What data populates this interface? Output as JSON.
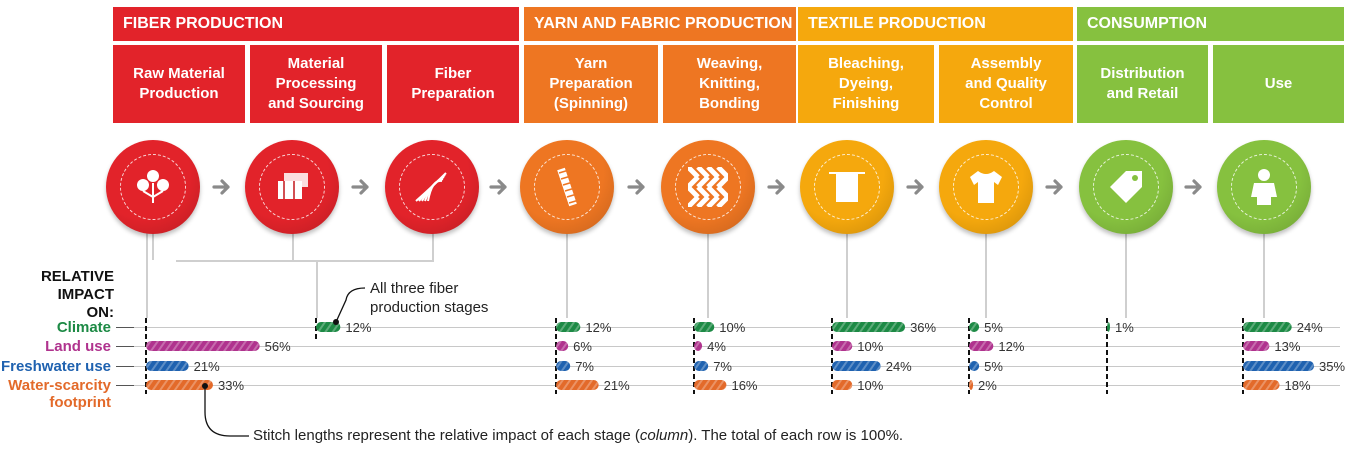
{
  "categories": [
    {
      "key": "fiber",
      "label": "FIBER PRODUCTION",
      "color": "#e2232a"
    },
    {
      "key": "yarn",
      "label": "YARN AND FABRIC PRODUCTION",
      "color": "#ee7622"
    },
    {
      "key": "textile",
      "label": "TEXTILE PRODUCTION",
      "color": "#f5a80d"
    },
    {
      "key": "consumption",
      "label": "CONSUMPTION",
      "color": "#86c13f"
    }
  ],
  "stages": [
    {
      "label": "Raw Material\nProduction",
      "category": "fiber",
      "icon": "cotton-plant-icon",
      "color": "#e2232a"
    },
    {
      "label": "Material\nProcessing\nand Sourcing",
      "category": "fiber",
      "icon": "fiber-bales-icon",
      "color": "#e2232a"
    },
    {
      "label": "Fiber\nPreparation",
      "category": "fiber",
      "icon": "fiber-strands-icon",
      "color": "#e2232a"
    },
    {
      "label": "Yarn\nPreparation\n(Spinning)",
      "category": "yarn",
      "icon": "spun-yarn-icon",
      "color": "#ee7622"
    },
    {
      "label": "Weaving,\nKnitting,\nBonding",
      "category": "yarn",
      "icon": "woven-fabric-icon",
      "color": "#ee7622"
    },
    {
      "label": "Bleaching,\nDyeing,\nFinishing",
      "category": "textile",
      "icon": "drying-cloth-icon",
      "color": "#f5a80d"
    },
    {
      "label": "Assembly\nand Quality\nControl",
      "category": "textile",
      "icon": "tshirt-icon",
      "color": "#f5a80d"
    },
    {
      "label": "Distribution\nand Retail",
      "category": "consumption",
      "icon": "price-tag-icon",
      "color": "#86c13f"
    },
    {
      "label": "Use",
      "category": "consumption",
      "icon": "person-icon",
      "color": "#86c13f"
    }
  ],
  "rows_title": "RELATIVE\nIMPACT ON:",
  "annotations": {
    "fiber_combined": "All three fiber\nproduction stages",
    "footnote_prefix": "Stitch lengths represent the relative impact of each stage (",
    "footnote_italic": "column",
    "footnote_suffix": "). The total of each row is 100%."
  },
  "chart_data": {
    "type": "bar",
    "value_unit": "%",
    "columns": [
      "Fiber production (all three stages)",
      "Yarn Preparation (Spinning)",
      "Weaving, Knitting, Bonding",
      "Bleaching, Dyeing, Finishing",
      "Assembly and Quality Control",
      "Distribution and Retail",
      "Use"
    ],
    "series": [
      {
        "name": "Climate",
        "color": "#1d8a45",
        "values": [
          12,
          12,
          10,
          36,
          5,
          1,
          24
        ]
      },
      {
        "name": "Land use",
        "color": "#b0338e",
        "values": [
          56,
          6,
          4,
          10,
          12,
          null,
          13
        ]
      },
      {
        "name": "Freshwater use",
        "color": "#1f62b0",
        "values": [
          21,
          7,
          7,
          24,
          5,
          null,
          35
        ]
      },
      {
        "name": "Water-scarcity footprint",
        "color": "#e36a2a",
        "values": [
          33,
          21,
          16,
          10,
          2,
          null,
          18
        ]
      }
    ]
  }
}
